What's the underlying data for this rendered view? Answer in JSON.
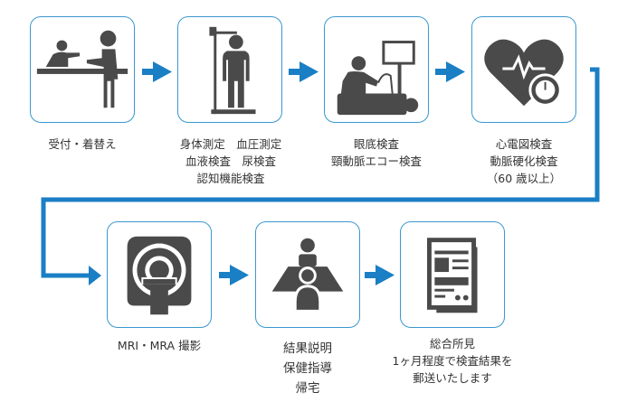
{
  "colors": {
    "accent": "#1a7fc4",
    "border": "#3b98d0",
    "icon": "#4a4a4a"
  },
  "steps": [
    {
      "icon": "reception-icon",
      "lines": [
        "受付・着替え"
      ]
    },
    {
      "icon": "height-measurement-icon",
      "lines": [
        "身体測定　血圧測定",
        "血液検査　尿検査",
        "認知機能検査"
      ]
    },
    {
      "icon": "ultrasound-exam-icon",
      "lines": [
        "眼底検査",
        "頸動脈エコー検査"
      ]
    },
    {
      "icon": "heart-ecg-icon",
      "lines": [
        "心電図検査",
        "動脈硬化検査",
        "（60 歳以上）"
      ]
    },
    {
      "icon": "mri-scanner-icon",
      "lines": [
        "MRI・MRA 撮影"
      ]
    },
    {
      "icon": "consultation-icon",
      "lines": [
        "結果説明",
        "保健指導",
        "帰宅"
      ]
    },
    {
      "icon": "report-document-icon",
      "lines": [
        "総合所見",
        "1ヶ月程度で検査結果を",
        "郵送いたします"
      ]
    }
  ]
}
